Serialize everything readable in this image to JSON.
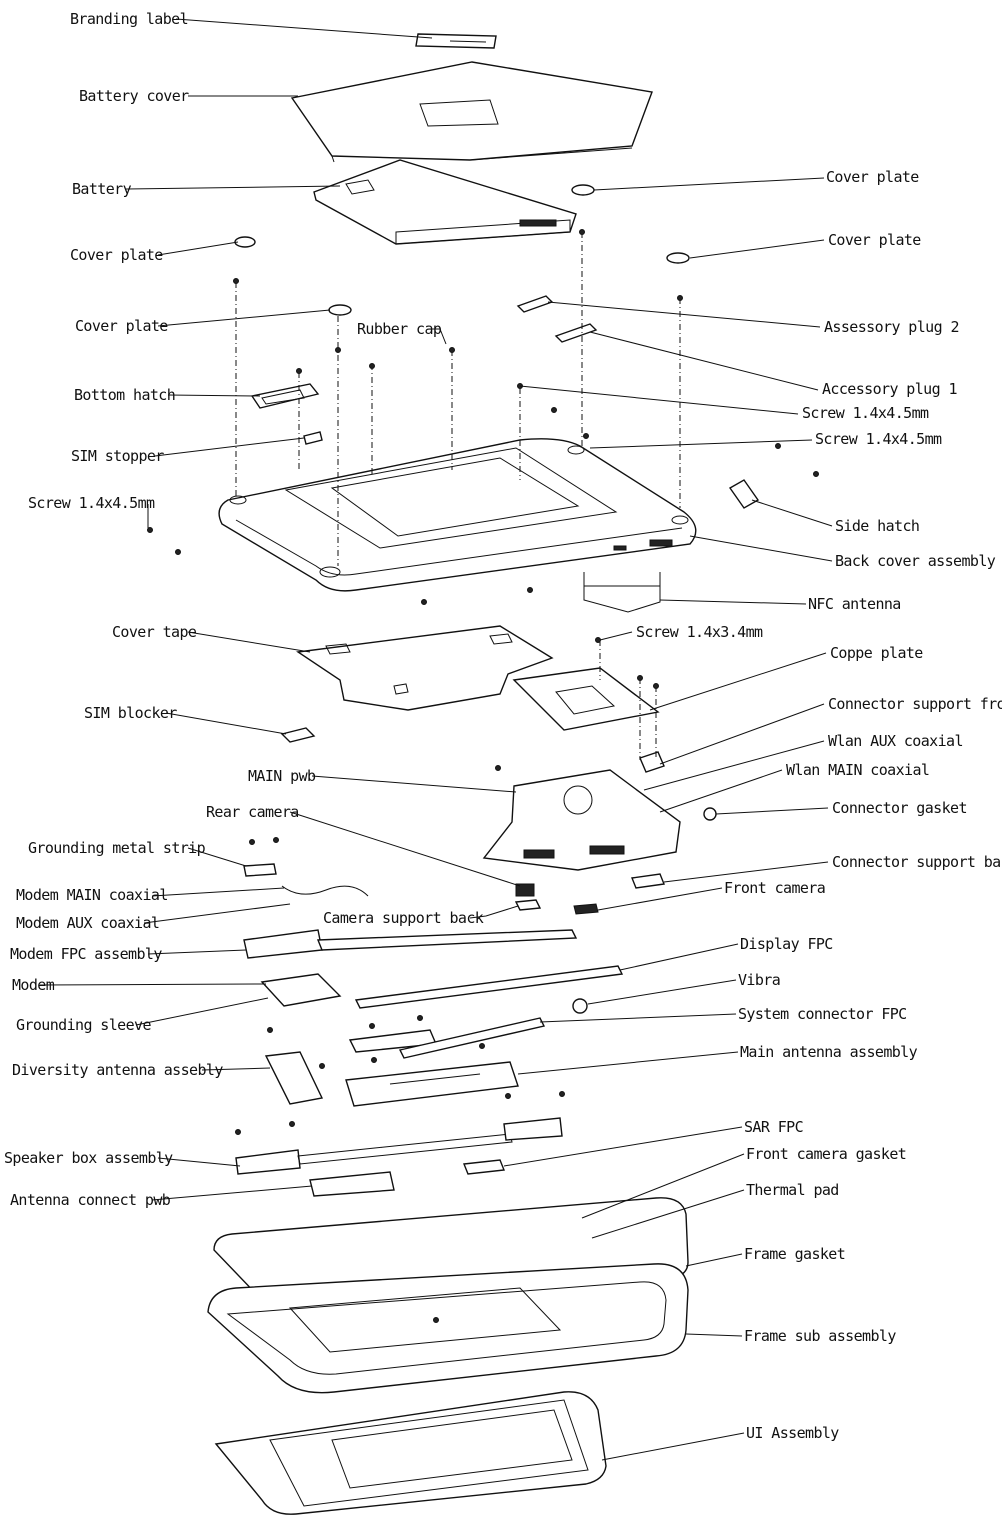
{
  "callouts": {
    "branding_label": "Branding label",
    "battery_cover": "Battery cover",
    "battery": "Battery",
    "cover_plate_left_1": "Cover plate",
    "cover_plate_left_2": "Cover plate",
    "cover_plate_right_1": "Cover plate",
    "cover_plate_right_2": "Cover plate",
    "rubber_cap": "Rubber cap",
    "assessory_plug_2": "Assessory plug 2",
    "accessory_plug_1": "Accessory plug 1",
    "bottom_hatch": "Bottom hatch",
    "screw_1": "Screw 1.4x4.5mm",
    "screw_2": "Screw 1.4x4.5mm",
    "sim_stopper": "SIM stopper",
    "screw_left": "Screw 1.4x4.5mm",
    "side_hatch": "Side hatch",
    "back_cover_assembly": "Back cover assembly",
    "nfc_antenna": "NFC antenna",
    "cover_tape": "Cover tape",
    "screw_3": "Screw 1.4x3.4mm",
    "coppe_plate": "Coppe plate",
    "sim_blocker": "SIM blocker",
    "connector_support_front": "Connector support front",
    "wlan_aux_coaxial": "Wlan AUX coaxial",
    "main_pwb": "MAIN pwb",
    "wlan_main_coaxial": "Wlan MAIN coaxial",
    "rear_camera": "Rear camera",
    "connector_gasket": "Connector gasket",
    "grounding_metal_strip": "Grounding metal strip",
    "connector_support_back": "Connector support back",
    "modem_main_coaxial": "Modem MAIN coaxial",
    "front_camera": "Front camera",
    "modem_aux_coaxial": "Modem AUX coaxial",
    "camera_support_back": "Camera support back",
    "modem_fpc_assembly": "Modem FPC assembly",
    "display_fpc": "Display FPC",
    "modem": "Modem",
    "vibra": "Vibra",
    "grounding_sleeve": "Grounding sleeve",
    "system_connector_fpc": "System connector FPC",
    "diversity_antenna": "Diversity antenna assebly",
    "main_antenna_assembly": "Main antenna assembly",
    "sar_fpc": "SAR FPC",
    "speaker_box_assembly": "Speaker box assembly",
    "front_camera_gasket": "Front camera gasket",
    "antenna_connect_pwb": "Antenna connect pwb",
    "thermal_pad": "Thermal pad",
    "frame_gasket": "Frame gasket",
    "frame_sub_assembly": "Frame sub assembly",
    "ui_assembly": "UI Assembly"
  }
}
